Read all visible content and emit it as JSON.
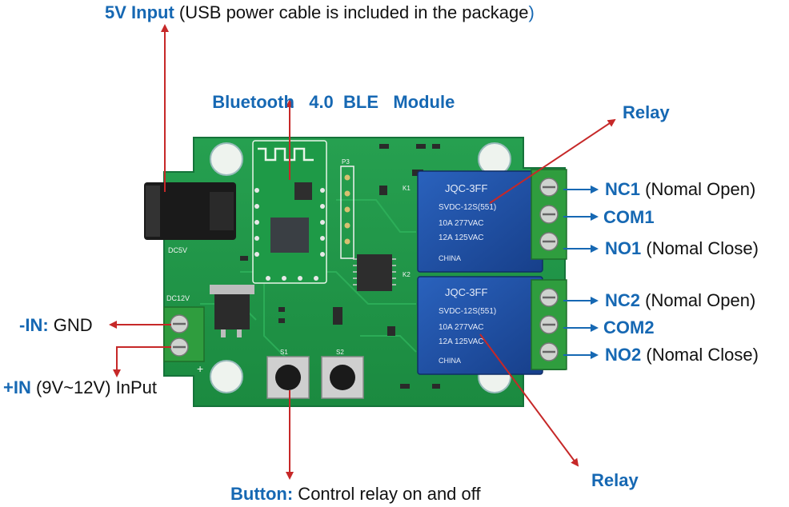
{
  "colors": {
    "label_blue": "#1668b3",
    "text": "#111111",
    "arrow_red": "#c62828",
    "pcb_green": "#1f8f45",
    "relay_blue": "#1c4fa3",
    "terminal_green": "#2f9d3e",
    "jack_black": "#1a1a1a"
  },
  "labels": {
    "power_5v": {
      "bold": "5V Input",
      "normal": " (USB power cable is included in the package",
      "close": ")"
    },
    "bluetooth": {
      "bold": "Bluetooth   4.0  BLE   Module"
    },
    "relay_top": {
      "bold": "Relay"
    },
    "relay_bottom": {
      "bold": "Relay"
    },
    "nc1": {
      "bold": "NC1",
      "normal": " (Nomal Open)"
    },
    "com1": {
      "bold": "COM1"
    },
    "no1": {
      "bold": "NO1",
      "normal": " (Nomal Close)"
    },
    "nc2": {
      "bold": "NC2",
      "normal": " (Nomal Open)"
    },
    "com2": {
      "bold": "COM2"
    },
    "no2": {
      "bold": "NO2",
      "normal": " (Nomal Close)"
    },
    "in_minus": {
      "bold": "-IN:",
      "normal": " GND"
    },
    "in_plus": {
      "bold": "+IN",
      "normal": " (9V~12V) InPut"
    },
    "button": {
      "bold": "Button:",
      "normal": " Control relay on and off"
    }
  },
  "board": {
    "silk": {
      "dc5v": "DC5V",
      "dc12v": "DC12V",
      "p3": "P3",
      "k1": "K1",
      "k2": "K2",
      "s1": "S1",
      "s2": "S2",
      "plus": "+"
    },
    "relay1": {
      "model": "JQC-3FF",
      "spec1": "SVDC-12S(551)",
      "spec2": "10A 277VAC",
      "spec3": "12A 125VAC",
      "origin": "CHINA"
    },
    "relay2": {
      "model": "JQC-3FF",
      "spec1": "SVDC-12S(551)",
      "spec2": "10A 277VAC",
      "spec3": "12A 125VAC",
      "origin": "CHINA"
    }
  }
}
